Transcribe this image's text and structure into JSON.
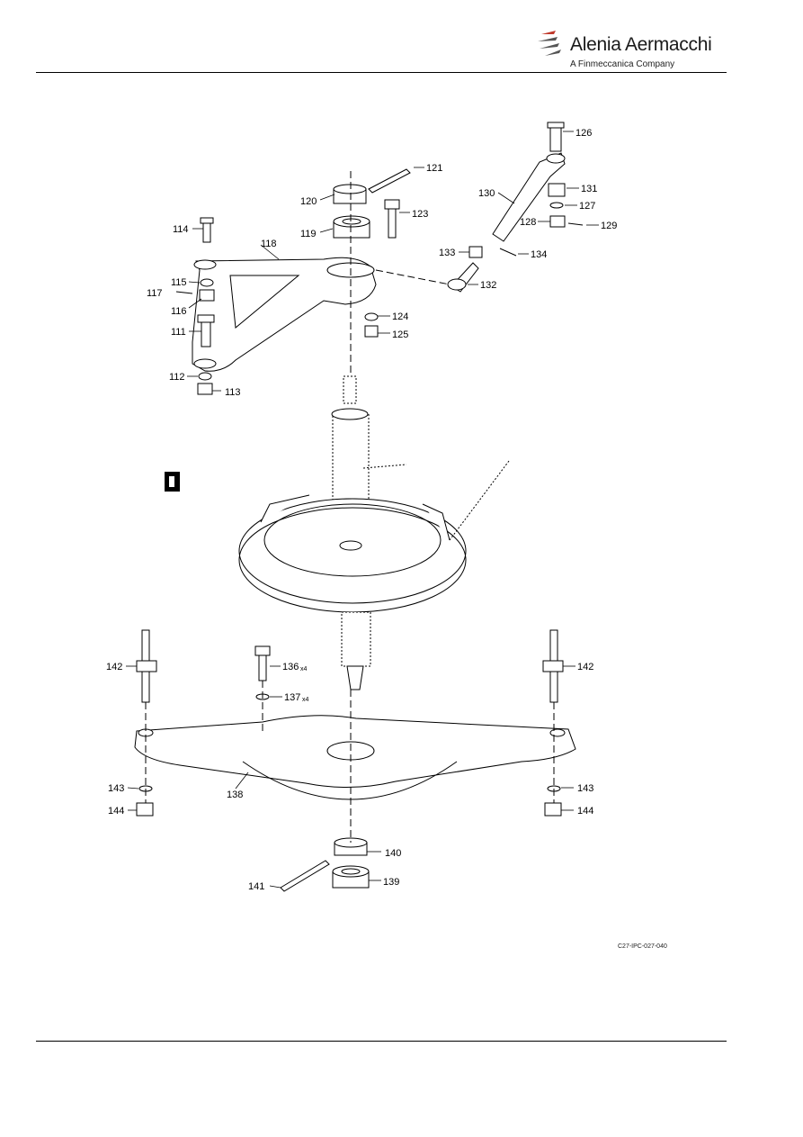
{
  "header": {
    "brand_name": "Alenia Aermacchi",
    "brand_subtitle": "A Finmeccanica Company",
    "logo_icon": "alenia-swoosh-icon"
  },
  "figure": {
    "code": "C27-IPC-027-040",
    "view_marker_icon": "view-marker-icon",
    "callouts": [
      {
        "id": "c114",
        "text": "114"
      },
      {
        "id": "c118",
        "text": "118"
      },
      {
        "id": "c115",
        "text": "115"
      },
      {
        "id": "c117",
        "text": "117"
      },
      {
        "id": "c116",
        "text": "116"
      },
      {
        "id": "c111",
        "text": "111"
      },
      {
        "id": "c112",
        "text": "112"
      },
      {
        "id": "c113",
        "text": "113"
      },
      {
        "id": "c120",
        "text": "120"
      },
      {
        "id": "c119",
        "text": "119"
      },
      {
        "id": "c121",
        "text": "121"
      },
      {
        "id": "c123",
        "text": "123"
      },
      {
        "id": "c124",
        "text": "124"
      },
      {
        "id": "c125",
        "text": "125"
      },
      {
        "id": "c126",
        "text": "126"
      },
      {
        "id": "c130",
        "text": "130"
      },
      {
        "id": "c131",
        "text": "131"
      },
      {
        "id": "c127",
        "text": "127"
      },
      {
        "id": "c128",
        "text": "128"
      },
      {
        "id": "c129",
        "text": "129"
      },
      {
        "id": "c133",
        "text": "133"
      },
      {
        "id": "c134",
        "text": "134"
      },
      {
        "id": "c132",
        "text": "132"
      },
      {
        "id": "c142l",
        "text": "142"
      },
      {
        "id": "c142r",
        "text": "142"
      },
      {
        "id": "c136",
        "text": "136",
        "suffix": "x4"
      },
      {
        "id": "c137",
        "text": "137",
        "suffix": "x4"
      },
      {
        "id": "c138",
        "text": "138"
      },
      {
        "id": "c143l",
        "text": "143"
      },
      {
        "id": "c143r",
        "text": "143"
      },
      {
        "id": "c144l",
        "text": "144"
      },
      {
        "id": "c144r",
        "text": "144"
      },
      {
        "id": "c140",
        "text": "140"
      },
      {
        "id": "c141",
        "text": "141"
      },
      {
        "id": "c139",
        "text": "139"
      }
    ]
  }
}
